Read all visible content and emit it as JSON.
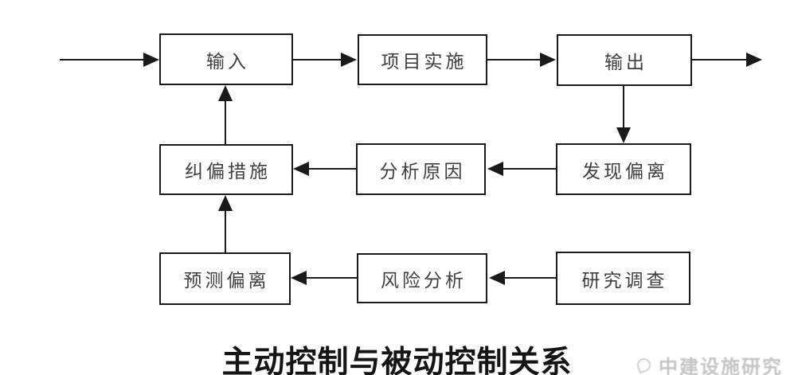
{
  "diagram": {
    "title": "主动控制与被动控制关系",
    "nodes": [
      {
        "id": "input",
        "label": "输入"
      },
      {
        "id": "project-implementation",
        "label": "项目实施"
      },
      {
        "id": "output",
        "label": "输出"
      },
      {
        "id": "corrective-measures",
        "label": "纠偏措施"
      },
      {
        "id": "analyze-causes",
        "label": "分析原因"
      },
      {
        "id": "detect-deviation",
        "label": "发现偏离"
      },
      {
        "id": "predict-deviation",
        "label": "预测偏离"
      },
      {
        "id": "risk-analysis",
        "label": "风险分析"
      },
      {
        "id": "research-investigation",
        "label": "研究调查"
      }
    ],
    "edges": [
      {
        "from": "external-left",
        "to": "input",
        "direction": "right"
      },
      {
        "from": "input",
        "to": "project-implementation",
        "direction": "right"
      },
      {
        "from": "project-implementation",
        "to": "output",
        "direction": "right"
      },
      {
        "from": "output",
        "to": "external-right",
        "direction": "right"
      },
      {
        "from": "output",
        "to": "detect-deviation",
        "direction": "down"
      },
      {
        "from": "detect-deviation",
        "to": "analyze-causes",
        "direction": "left"
      },
      {
        "from": "analyze-causes",
        "to": "corrective-measures",
        "direction": "left"
      },
      {
        "from": "corrective-measures",
        "to": "input",
        "direction": "up"
      },
      {
        "from": "research-investigation",
        "to": "risk-analysis",
        "direction": "left"
      },
      {
        "from": "risk-analysis",
        "to": "predict-deviation",
        "direction": "left"
      },
      {
        "from": "predict-deviation",
        "to": "corrective-measures",
        "direction": "up"
      }
    ],
    "watermark": {
      "text": "中建设施研究"
    },
    "colors": {
      "background": "#ffffff",
      "line": "#1a1a1a",
      "box_text": "#3f3f3f",
      "title_text": "#151515",
      "watermark_text": "#c4c4c4"
    }
  }
}
